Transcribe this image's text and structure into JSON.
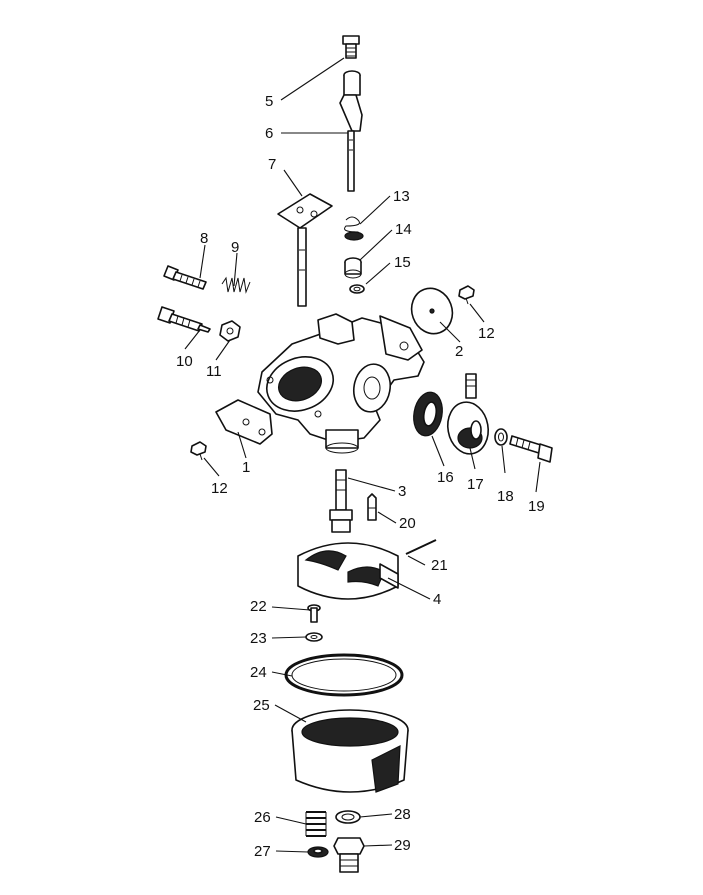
{
  "labels": [
    {
      "id": "1",
      "text": "1"
    },
    {
      "id": "2",
      "text": "2"
    },
    {
      "id": "3",
      "text": "3"
    },
    {
      "id": "4",
      "text": "4"
    },
    {
      "id": "5",
      "text": "5"
    },
    {
      "id": "6",
      "text": "6"
    },
    {
      "id": "7",
      "text": "7"
    },
    {
      "id": "8",
      "text": "8"
    },
    {
      "id": "9",
      "text": "9"
    },
    {
      "id": "10",
      "text": "10"
    },
    {
      "id": "11",
      "text": "11"
    },
    {
      "id": "12a",
      "text": "12"
    },
    {
      "id": "12b",
      "text": "12"
    },
    {
      "id": "13",
      "text": "13"
    },
    {
      "id": "14",
      "text": "14"
    },
    {
      "id": "15",
      "text": "15"
    },
    {
      "id": "16",
      "text": "16"
    },
    {
      "id": "17",
      "text": "17"
    },
    {
      "id": "18",
      "text": "18"
    },
    {
      "id": "19",
      "text": "19"
    },
    {
      "id": "20",
      "text": "20"
    },
    {
      "id": "21",
      "text": "21"
    },
    {
      "id": "22",
      "text": "22"
    },
    {
      "id": "23",
      "text": "23"
    },
    {
      "id": "24",
      "text": "24"
    },
    {
      "id": "25",
      "text": "25"
    },
    {
      "id": "26",
      "text": "26"
    },
    {
      "id": "27",
      "text": "27"
    },
    {
      "id": "28",
      "text": "28"
    },
    {
      "id": "29",
      "text": "29"
    }
  ]
}
